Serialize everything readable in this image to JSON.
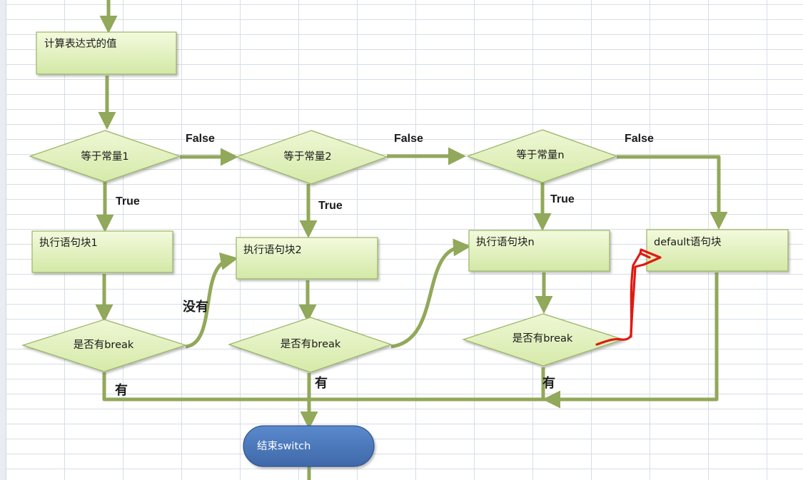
{
  "nodes": {
    "evaluate": "计算表达式的值",
    "eq1": "等于常量1",
    "eq2": "等于常量2",
    "eqn": "等于常量n",
    "exec1": "执行语句块1",
    "exec2": "执行语句块2",
    "execn": "执行语句块n",
    "default": "default语句块",
    "break1": "是否有break",
    "break2": "是否有break",
    "breakn": "是否有break",
    "end": "结束switch"
  },
  "edge_labels": {
    "false1": "False",
    "false2": "False",
    "false3": "False",
    "true1": "True",
    "true2": "True",
    "truen": "True",
    "no_break": "没有",
    "has1": "有",
    "has2": "有",
    "hasn": "有"
  },
  "colors": {
    "box_fill_top": "#f3fadd",
    "box_fill_bottom": "#d3e8a6",
    "connector": "#92a85a",
    "end_fill": "#4a77b9",
    "annotation": "#e01a12"
  }
}
